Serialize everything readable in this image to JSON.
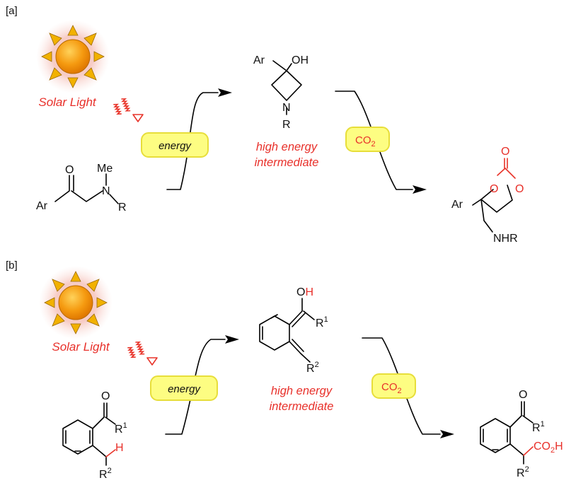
{
  "panels": [
    {
      "tag": "[a]",
      "solar_label": "Solar Light",
      "energy_label": "energy",
      "intermediate_label_1": "high energy",
      "intermediate_label_2": "intermediate",
      "co2_label": "CO",
      "co2_subscript": "2",
      "start_material": {
        "ar": "Ar",
        "o": "O",
        "me": "Me",
        "n": "N",
        "r": "R"
      },
      "intermediate": {
        "ar": "Ar",
        "oh": "OH",
        "n": "N",
        "r": "R"
      },
      "product": {
        "ar": "Ar",
        "o_carbonyl": "O",
        "o_ring1": "O",
        "o_ring2": "O",
        "nhr": "NHR"
      }
    },
    {
      "tag": "[b]",
      "solar_label": "Solar Light",
      "energy_label": "energy",
      "intermediate_label_1": "high energy",
      "intermediate_label_2": "intermediate",
      "co2_label": "CO",
      "co2_subscript": "2",
      "start_material": {
        "o": "O",
        "r1": "R",
        "r1_sup": "1",
        "h": "H",
        "r2": "R",
        "r2_sup": "2"
      },
      "intermediate": {
        "o": "O",
        "h": "H",
        "r1": "R",
        "r1_sup": "1",
        "r2": "R",
        "r2_sup": "2"
      },
      "product": {
        "o": "O",
        "r1": "R",
        "r1_sup": "1",
        "co2h_1": "CO",
        "co2h_sub": "2",
        "co2h_2": "H",
        "r2": "R",
        "r2_sup": "2"
      }
    }
  ],
  "colors": {
    "accent_red": "#e8302a",
    "pill_fill": "#fdfd82",
    "sun_core": "#f39a12",
    "sun_ray": "#f2b100"
  }
}
